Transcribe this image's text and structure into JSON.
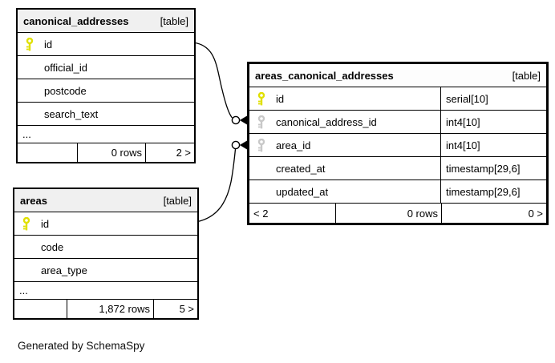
{
  "note": "Generated by SchemaSpy",
  "colors": {
    "primary_key": "#e0e000",
    "foreign_key": "#c8c8c8",
    "header_bg": "#f0f0f0",
    "border": "#000000",
    "background": "#ffffff"
  },
  "tables": [
    {
      "title": "canonical_addresses",
      "tag": "[table]",
      "columns": [
        {
          "name": "id",
          "key": "primary"
        },
        {
          "name": "official_id",
          "key": "none"
        },
        {
          "name": "postcode",
          "key": "none"
        },
        {
          "name": "search_text",
          "key": "none"
        }
      ],
      "ellipsis": "...",
      "footer": {
        "rows": "0 rows",
        "paging_right": "2 >"
      }
    },
    {
      "title": "areas_canonical_addresses",
      "tag": "[table]",
      "columns": [
        {
          "name": "id",
          "key": "primary",
          "type": "serial[10]"
        },
        {
          "name": "canonical_address_id",
          "key": "foreign",
          "type": "int4[10]"
        },
        {
          "name": "area_id",
          "key": "foreign",
          "type": "int4[10]"
        },
        {
          "name": "created_at",
          "key": "none",
          "type": "timestamp[29,6]"
        },
        {
          "name": "updated_at",
          "key": "none",
          "type": "timestamp[29,6]"
        }
      ],
      "footer": {
        "paging_left": "< 2",
        "rows": "0 rows",
        "paging_right": "0 >"
      }
    },
    {
      "title": "areas",
      "tag": "[table]",
      "columns": [
        {
          "name": "id",
          "key": "primary"
        },
        {
          "name": "code",
          "key": "none"
        },
        {
          "name": "area_type",
          "key": "none"
        }
      ],
      "ellipsis": "...",
      "footer": {
        "rows": "1,872 rows",
        "paging_right": "5 >"
      }
    }
  ],
  "relationships": [
    {
      "from": "canonical_addresses.id",
      "to": "areas_canonical_addresses.canonical_address_id"
    },
    {
      "from": "areas.id",
      "to": "areas_canonical_addresses.area_id"
    }
  ]
}
